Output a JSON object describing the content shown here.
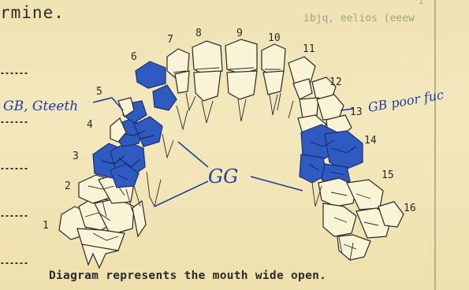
{
  "header_text": "rmine.",
  "faint_text": "ibjq, eelios (eeew",
  "faint_top": "1",
  "tooth_numbers": [
    "1",
    "2",
    "3",
    "4",
    "5",
    "6",
    "7",
    "8",
    "9",
    "10",
    "11",
    "12",
    "13",
    "14",
    "15",
    "16"
  ],
  "annotations": {
    "left": "GB, Gteeth",
    "center": "GG",
    "right": "GB poor fuc"
  },
  "caption": "Diagram represents the mouth wide open.",
  "colors": {
    "paper": "#f1e6b6",
    "ink": "#1c3ea0",
    "highlight": "#2f5bc1",
    "type": "#2b2b2b"
  }
}
